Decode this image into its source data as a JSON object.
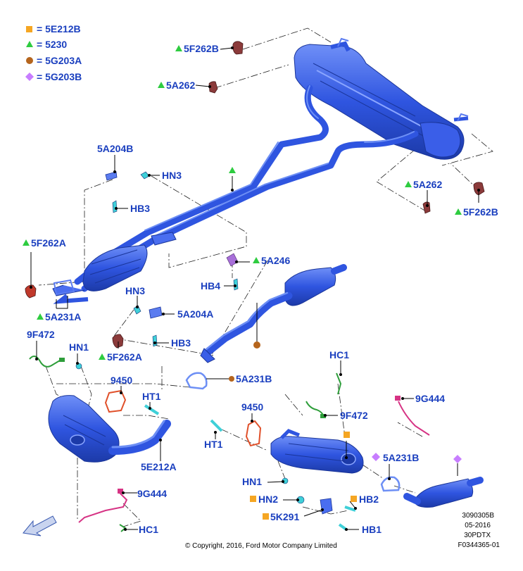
{
  "legend": {
    "items": [
      {
        "symbol": "square",
        "color": "#f5a623",
        "text": "= 5E212B"
      },
      {
        "symbol": "triangle",
        "color": "#2ecc40",
        "text": "= 5230"
      },
      {
        "symbol": "circle",
        "color": "#b5651d",
        "text": "= 5G203A"
      },
      {
        "symbol": "diamond",
        "color": "#c77dff",
        "text": "= 5G203B"
      }
    ]
  },
  "labels": {
    "l_5F262B_top": "5F262B",
    "l_5A262_top": "5A262",
    "l_5A204B": "5A204B",
    "l_HN3_top": "HN3",
    "l_HB3_top": "HB3",
    "l_5F262A_left": "5F262A",
    "l_5A231A": "5A231A",
    "l_HN3_mid": "HN3",
    "l_5A204A": "5A204A",
    "l_HB3_mid": "HB3",
    "l_5F262A_mid": "5F262A",
    "l_5A246": "5A246",
    "l_HB4": "HB4",
    "l_5A262_right": "5A262",
    "l_5F262B_right": "5F262B",
    "l_9F472_left": "9F472",
    "l_HN1_left": "HN1",
    "l_9450_left": "9450",
    "l_HT1_left": "HT1",
    "l_5A231B_mid": "5A231B",
    "l_5E212A": "5E212A",
    "l_9G444_left": "9G444",
    "l_HC1_left": "HC1",
    "l_HC1_right": "HC1",
    "l_9F472_right": "9F472",
    "l_9G444_right": "9G444",
    "l_9450_right": "9450",
    "l_HT1_right": "HT1",
    "l_5A231B_right": "5A231B",
    "l_HN1_right": "HN1",
    "l_HN2": "HN2",
    "l_HB2": "HB2",
    "l_5K291": "5K291",
    "l_HB1": "HB1"
  },
  "info": {
    "line1": "3090305B",
    "line2": "05-2016",
    "line3": "30PDTX",
    "line4": "F0344365-01"
  },
  "copyright": "© Copyright, 2016, Ford Motor Company Limited",
  "colors": {
    "pipe": "#2f55e0",
    "label": "#1a3fbf",
    "mount": "#8b3a3a",
    "clamp_cyan": "#3fd0d8",
    "gasket": "#e0502a"
  }
}
